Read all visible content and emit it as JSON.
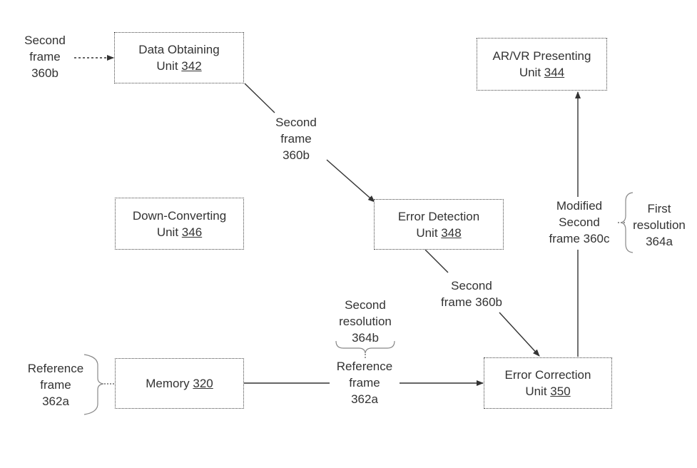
{
  "boxes": {
    "data_obtaining": {
      "line1": "Data Obtaining",
      "line2_prefix": "Unit ",
      "ref": "342"
    },
    "arvr": {
      "line1": "AR/VR Presenting",
      "line2_prefix": "Unit ",
      "ref": "344"
    },
    "down_converting": {
      "line1": "Down-Converting",
      "line2_prefix": "Unit ",
      "ref": "346"
    },
    "error_detection": {
      "line1": "Error Detection",
      "line2_prefix": "Unit ",
      "ref": "348"
    },
    "memory": {
      "line1_prefix": "Memory ",
      "ref": "320"
    },
    "error_correction": {
      "line1": "Error Correction",
      "line2_prefix": "Unit ",
      "ref": "350"
    }
  },
  "labels": {
    "input_second_frame": [
      "Second",
      "frame",
      "360b"
    ],
    "second_frame_mid": [
      "Second",
      "frame",
      "360b"
    ],
    "second_frame_lower": [
      "Second",
      "frame 360b"
    ],
    "modified_second_frame": [
      "Modified",
      "Second",
      "frame 360c"
    ],
    "first_resolution": [
      "First",
      "resolution",
      "364a"
    ],
    "second_resolution": [
      "Second",
      "resolution",
      "364b"
    ],
    "reference_frame_left": [
      "Reference",
      "frame",
      "362a"
    ],
    "reference_frame_mid": [
      "Reference",
      "frame",
      "362a"
    ]
  }
}
